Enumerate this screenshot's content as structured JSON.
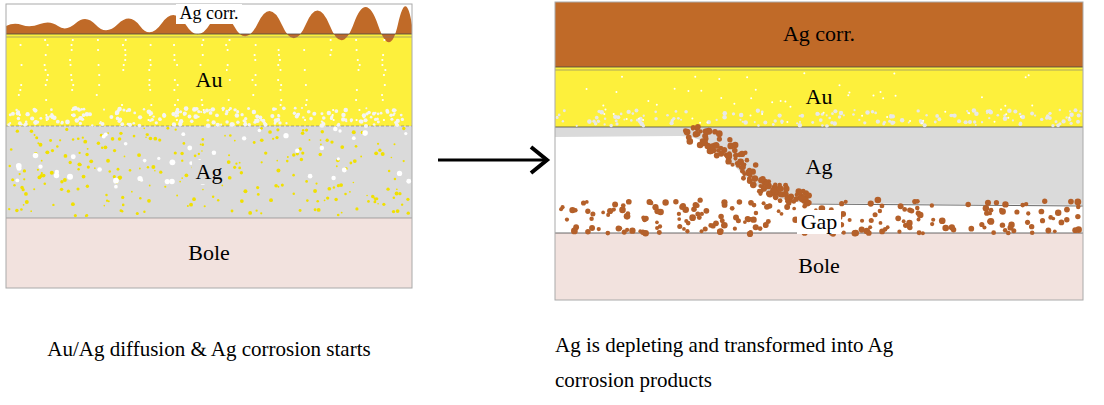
{
  "diagram": {
    "nodes": [
      {
        "text": [
          "Au/Ag diffusion & Ag corrosion starts"
        ]
      },
      {
        "text": [
          "Ag corr."
        ],
        "in": 0
      },
      {
        "text": [
          "Au"
        ],
        "in": 0
      },
      {
        "text": [
          "Ag"
        ],
        "in": 0
      },
      {
        "text": [
          "Bole"
        ],
        "in": 0
      },
      {
        "text": [
          "Ag is depleting and transformed into Ag corrosion products"
        ]
      },
      {
        "text": [
          "Ag corr."
        ],
        "in": 5
      },
      {
        "text": [
          "Au"
        ],
        "in": 5
      },
      {
        "text": [
          "Ag"
        ],
        "in": 5
      },
      {
        "text": [
          "Gap"
        ],
        "in": 5
      },
      {
        "text": [
          "Bole"
        ],
        "in": 5
      }
    ],
    "edges": [
      {
        "from": 0,
        "to": 5,
        "arrow": "to"
      }
    ]
  }
}
